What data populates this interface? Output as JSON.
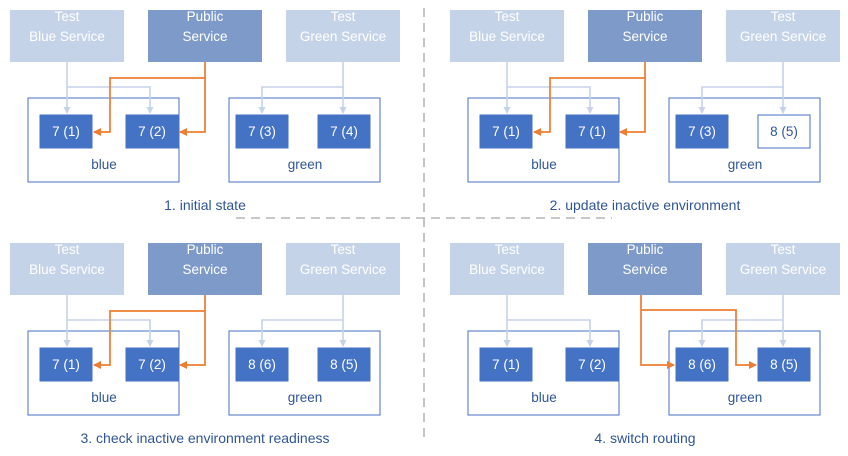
{
  "colors": {
    "test_service_fill": "#c5d3e8",
    "public_service_fill": "#7e9ac9",
    "environment_border": "#4472c4",
    "pod_fill": "#4472c4",
    "idle_link": "#c5d3e8",
    "active_route": "#ed7d31",
    "caption_text": "#2f5597",
    "divider": "#a6a6a6"
  },
  "panels": [
    {
      "caption": "1. initial state",
      "services": {
        "test_blue": "Test\nBlue Service",
        "public": "Public\nService",
        "test_green": "Test\nGreen Service"
      },
      "environments": {
        "blue": {
          "label": "blue",
          "pods": [
            {
              "label": "7 (1)",
              "ready": true
            },
            {
              "label": "7 (2)",
              "ready": true
            }
          ]
        },
        "green": {
          "label": "green",
          "pods": [
            {
              "label": "7 (3)",
              "ready": true
            },
            {
              "label": "7 (4)",
              "ready": true
            }
          ]
        }
      },
      "public_routes_to": "blue"
    },
    {
      "caption": "2. update inactive environment",
      "services": {
        "test_blue": "Test\nBlue Service",
        "public": "Public\nService",
        "test_green": "Test\nGreen Service"
      },
      "environments": {
        "blue": {
          "label": "blue",
          "pods": [
            {
              "label": "7 (1)",
              "ready": true
            },
            {
              "label": "7 (1)",
              "ready": true
            }
          ]
        },
        "green": {
          "label": "green",
          "pods": [
            {
              "label": "7 (3)",
              "ready": true
            },
            {
              "label": "8 (5)",
              "ready": false
            }
          ]
        }
      },
      "public_routes_to": "blue"
    },
    {
      "caption": "3. check inactive environment readiness",
      "services": {
        "test_blue": "Test\nBlue Service",
        "public": "Public\nService",
        "test_green": "Test\nGreen Service"
      },
      "environments": {
        "blue": {
          "label": "blue",
          "pods": [
            {
              "label": "7 (1)",
              "ready": true
            },
            {
              "label": "7 (2)",
              "ready": true
            }
          ]
        },
        "green": {
          "label": "green",
          "pods": [
            {
              "label": "8 (6)",
              "ready": true
            },
            {
              "label": "8 (5)",
              "ready": true
            }
          ]
        }
      },
      "public_routes_to": "blue"
    },
    {
      "caption": "4. switch routing",
      "services": {
        "test_blue": "Test\nBlue Service",
        "public": "Public\nService",
        "test_green": "Test\nGreen Service"
      },
      "environments": {
        "blue": {
          "label": "blue",
          "pods": [
            {
              "label": "7 (1)",
              "ready": true
            },
            {
              "label": "7 (2)",
              "ready": true
            }
          ]
        },
        "green": {
          "label": "green",
          "pods": [
            {
              "label": "8 (6)",
              "ready": true
            },
            {
              "label": "8 (5)",
              "ready": true
            }
          ]
        }
      },
      "public_routes_to": "green"
    }
  ]
}
